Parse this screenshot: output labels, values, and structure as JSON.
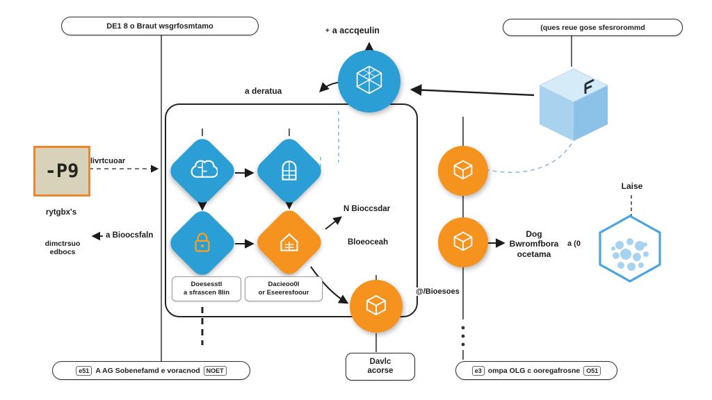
{
  "colors": {
    "node_blue": "#2b9ed6",
    "node_orange": "#f6921e",
    "cube_face_light": "#d6ebf8",
    "cube_face_mid": "#a9d2ee",
    "cube_face_dark": "#8cc2e7",
    "hex_stroke": "#4aa5df",
    "hex_dot": "#a7d3f0",
    "ink": "#1c1c1c"
  },
  "pills": {
    "top_left": "DE1 8 o Braut wsgrfosmtamo",
    "top_right": "(ques reue gose sfesrorommd",
    "bottom_left_prefix": "e51",
    "bottom_left_main": "A AG Sobenefamd e voracnod",
    "bottom_left_badge": "NOET",
    "bottom_center_line1": "Davlc",
    "bottom_center_line2": "acorse",
    "bottom_right_prefix": "e3",
    "bottom_right_main": "ompa OLG c ooregafrosne",
    "bottom_right_badge": "O51"
  },
  "labels": {
    "acquire_marker": "+",
    "acquire": "a accqeulin",
    "deratua": "a deratua",
    "connector_left": "livrtcuoar",
    "logo_text": "-P9",
    "logo_caption": "rytgbx's",
    "note_line1": "dimctrsuo",
    "note_line2": "edbocs",
    "biocsfain": "a Bioocsfaln",
    "n_bioccsdar": "N Bioccsdar",
    "bloeoceah": "Bloeoceah",
    "box1_line1": "Doesesstl",
    "box1_line2": "a sfrascen 8lin",
    "box2_line1": "Dacieoo0l",
    "box2_line2": "or Eseeresfoour",
    "bioesoes": "@/Bioesoes",
    "dog_line1": "Dog",
    "dog_line2": "Bwromfbora",
    "dog_line3": "ocetama",
    "a_zero": "a (0",
    "laise": "Laise"
  },
  "icons": {
    "acquire_hub": "lattice-cube-icon",
    "ml_node": "brain-icon",
    "window_node": "arched-window-icon",
    "lock_node": "padlock-icon",
    "house_node": "house-icon",
    "storage_node_1": "iso-cube-icon",
    "storage_node_2": "iso-cube-icon",
    "device_node": "iso-cube-icon",
    "right_object": "3d-cube-graphic",
    "hex_object": "hexagon-dots-graphic"
  }
}
